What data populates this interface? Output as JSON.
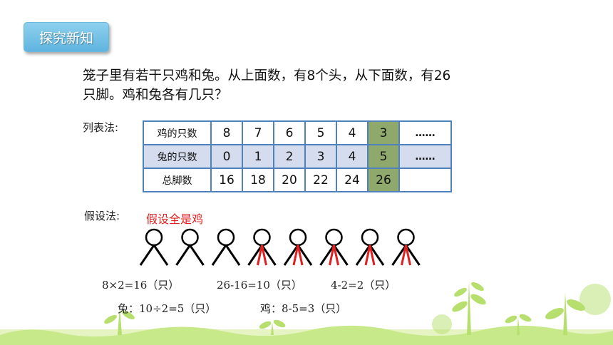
{
  "badge": {
    "title": "探究新知"
  },
  "problem": {
    "line1": "笼子里有若干只鸡和兔。从上面数，有8个头，从下面数，有26",
    "line2": "只脚。鸡和兔各有几只？"
  },
  "method_table_label": "列表法:",
  "table": {
    "rows": [
      {
        "header": "鸡的只数",
        "cells": [
          "8",
          "7",
          "6",
          "5",
          "4",
          "3"
        ],
        "more": "……"
      },
      {
        "header": "兔的只数",
        "cells": [
          "0",
          "1",
          "2",
          "3",
          "4",
          "5"
        ],
        "more": "……"
      },
      {
        "header": "总脚数",
        "cells": [
          "16",
          "18",
          "20",
          "22",
          "24",
          "26"
        ],
        "more": ""
      }
    ],
    "highlight_column": 5
  },
  "method_assume_label": "假设法:",
  "assume_label": "假设全是鸡",
  "figures": {
    "count": 8,
    "red_leg_figures": 5
  },
  "calc": {
    "c1": "8×2=16（只）",
    "c2": "26-16=10（只）",
    "c3": "4-2=2（只）",
    "c4": "兔：10÷2=5（只）",
    "c5": "鸡：8-5=3（只）"
  },
  "colors": {
    "badge": "#6bbde6",
    "table_border": "#4f81bd",
    "row_shade": "#d4dcee",
    "highlight": "#8fa86c",
    "red": "#e02020",
    "grass": "#b8e070"
  }
}
